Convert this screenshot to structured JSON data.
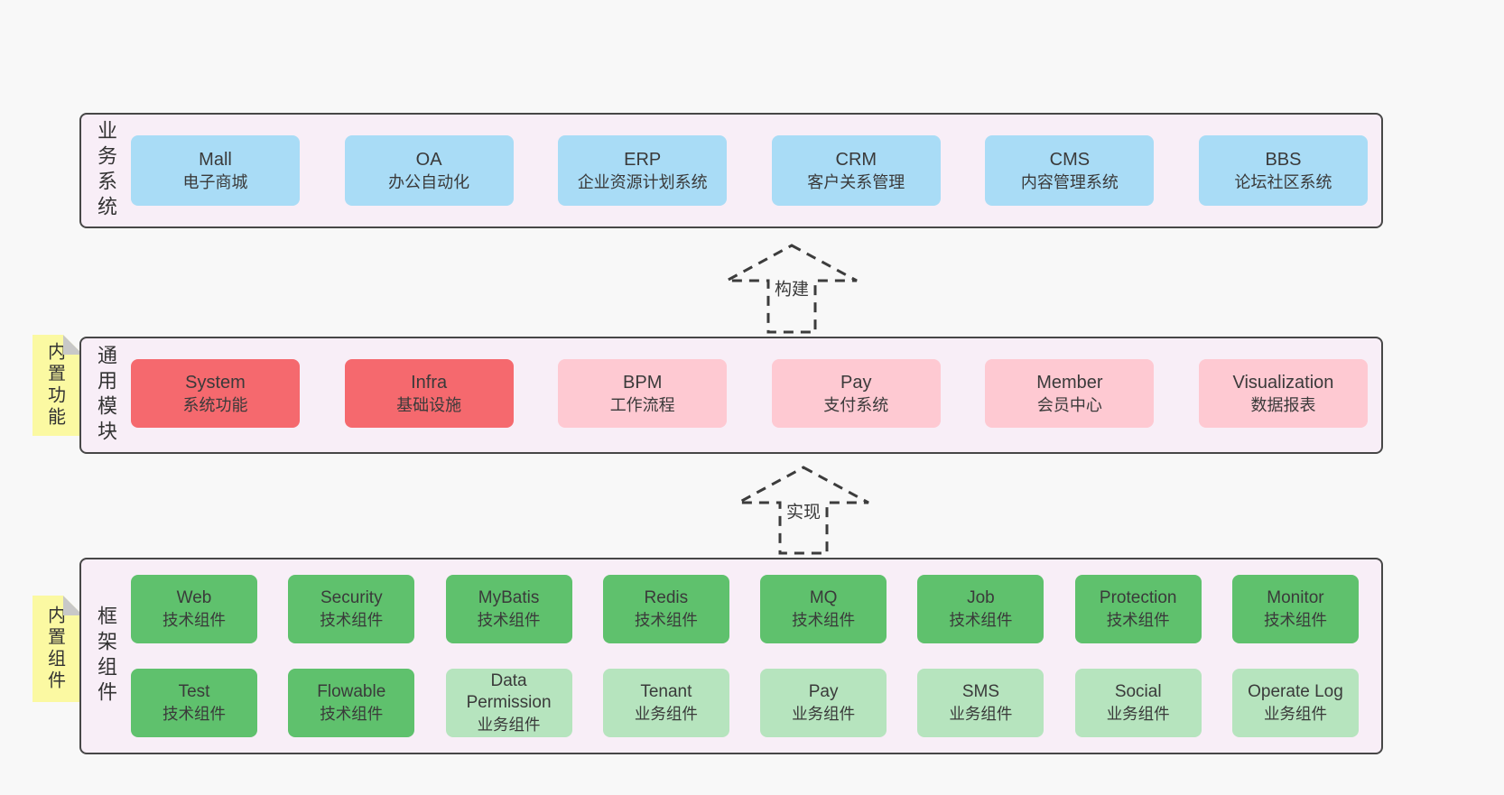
{
  "colors": {
    "container_bg": "#f8eef7",
    "box_blue": "#a9dcf6",
    "box_red": "#f5696e",
    "box_pink": "#fec9d2",
    "box_green_dark": "#5fc16d",
    "box_green_light": "#b6e4be",
    "tab_yellow": "#fbf9a2"
  },
  "sections": {
    "business": {
      "label": "业务系统",
      "boxes": [
        {
          "name": "Mall",
          "desc": "电子商城"
        },
        {
          "name": "OA",
          "desc": "办公自动化"
        },
        {
          "name": "ERP",
          "desc": "企业资源计划系统"
        },
        {
          "name": "CRM",
          "desc": "客户关系管理"
        },
        {
          "name": "CMS",
          "desc": "内容管理系统"
        },
        {
          "name": "BBS",
          "desc": "论坛社区系统"
        }
      ]
    },
    "modules": {
      "tab": "内置功能",
      "label": "通用模块",
      "boxes": [
        {
          "name": "System",
          "desc": "系统功能"
        },
        {
          "name": "Infra",
          "desc": "基础设施"
        },
        {
          "name": "BPM",
          "desc": "工作流程"
        },
        {
          "name": "Pay",
          "desc": "支付系统"
        },
        {
          "name": "Member",
          "desc": "会员中心"
        },
        {
          "name": "Visualization",
          "desc": "数据报表"
        }
      ]
    },
    "components": {
      "tab": "内置组件",
      "label": "框架组件",
      "row1": [
        {
          "name": "Web",
          "desc": "技术组件"
        },
        {
          "name": "Security",
          "desc": "技术组件"
        },
        {
          "name": "MyBatis",
          "desc": "技术组件"
        },
        {
          "name": "Redis",
          "desc": "技术组件"
        },
        {
          "name": "MQ",
          "desc": "技术组件"
        },
        {
          "name": "Job",
          "desc": "技术组件"
        },
        {
          "name": "Protection",
          "desc": "技术组件"
        },
        {
          "name": "Monitor",
          "desc": "技术组件"
        }
      ],
      "row2": [
        {
          "name": "Test",
          "desc": "技术组件"
        },
        {
          "name": "Flowable",
          "desc": "技术组件"
        },
        {
          "name": "Data Permission",
          "desc": "业务组件"
        },
        {
          "name": "Tenant",
          "desc": "业务组件"
        },
        {
          "name": "Pay",
          "desc": "业务组件"
        },
        {
          "name": "SMS",
          "desc": "业务组件"
        },
        {
          "name": "Social",
          "desc": "业务组件"
        },
        {
          "name": "Operate Log",
          "desc": "业务组件"
        }
      ]
    }
  },
  "arrows": {
    "build": "构建",
    "implement": "实现"
  }
}
